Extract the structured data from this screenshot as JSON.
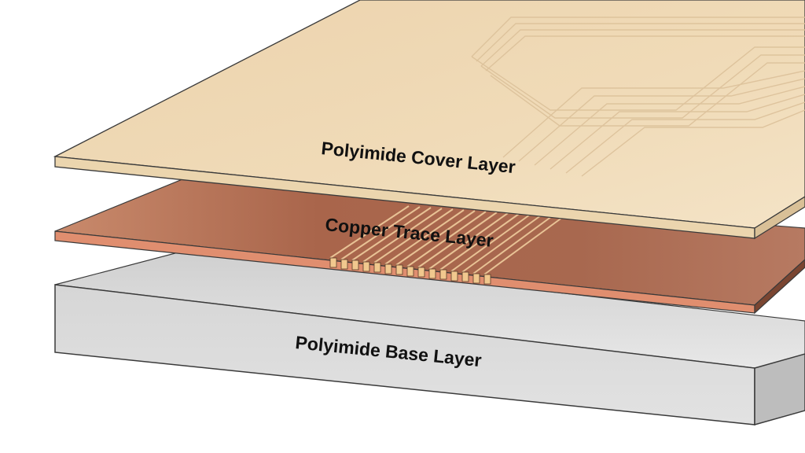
{
  "layers": {
    "cover": {
      "label": "Polyimide Cover Layer"
    },
    "copper": {
      "label": "Copper Trace Layer"
    },
    "base": {
      "label": "Polyimide Base Layer"
    }
  },
  "colors": {
    "cover_top": "#F2DDB9",
    "cover_edge": "#EBD5AE",
    "copper_top": "#B9775E",
    "copper_edge": "#E08E6F",
    "base_front": "#D9D9D9",
    "base_side": "#BDBDBD",
    "trace_stripe": "#F1C88E",
    "outline": "#3a3a3a"
  }
}
